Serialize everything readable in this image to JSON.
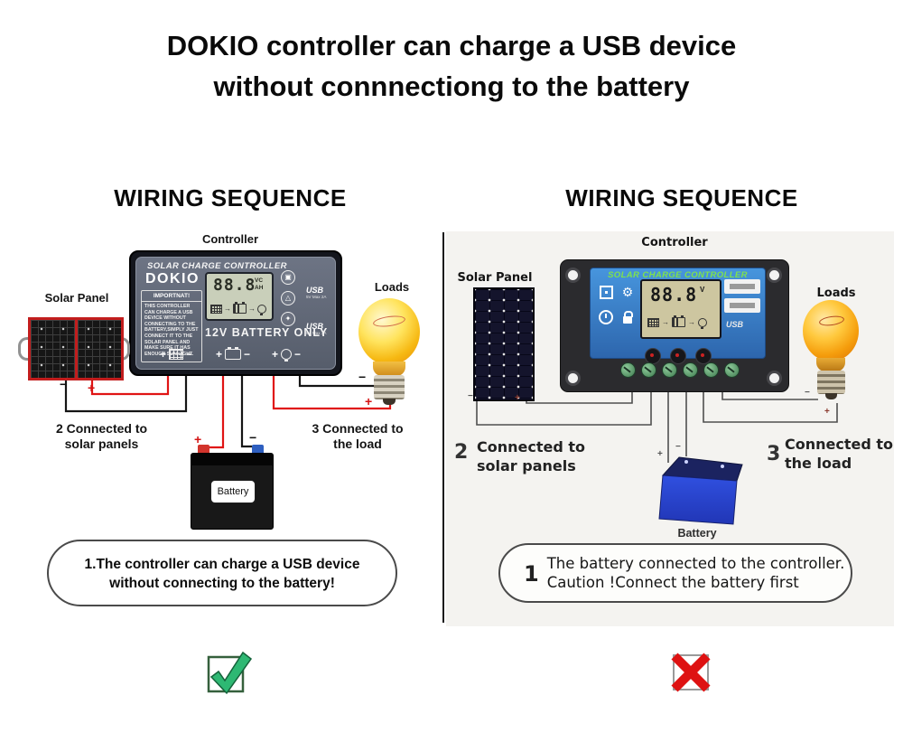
{
  "title": {
    "line1": "DOKIO controller can charge a USB device",
    "line2": "without connnectiong to the battery"
  },
  "polarity": {
    "plus": "+",
    "minus": "−"
  },
  "icons": {
    "arrow_glyph": "→",
    "gear_glyph": "⚙",
    "btn1_glyph": "▣",
    "btn2_glyph": "△",
    "btn3_glyph": "✦"
  },
  "left": {
    "heading": "WIRING SEQUENCE",
    "controller_label": "Controller",
    "solar_panel_label": "Solar Panel",
    "loads_label": "Loads",
    "device": {
      "title": "SOLAR CHARGE CONTROLLER",
      "brand": "DOKIO",
      "important_title": "IMPORTNAT!",
      "important_text": "THIS CONTROLLER CAN CHARGE A USB DEVICE WITHOUT CONNECTING TO THE BATTERY,SIMPLY JUST CONNECT IT TO THE SOLAR PANEL AND MAKE SURE IT HAS ENOUGH SUN LIGHT.",
      "lcd_value": "88.8",
      "lcd_unit_top": "VC",
      "lcd_unit_bottom": "AH",
      "battery_only": "12V BATTERY ONLY",
      "usb_label": "USB",
      "usb_sub": "5V Max 2A"
    },
    "step2_line1": "2 Connected to",
    "step2_line2": "solar panels",
    "step3_line1": "3 Connected to",
    "step3_line2": "the load",
    "battery_label": "Battery",
    "note_line1": "1.The controller can charge a USB device",
    "note_line2": "without connecting to the battery!"
  },
  "right": {
    "heading": "WIRING SEQUENCE",
    "controller_label": "Controller",
    "solar_panel_label": "Solar Panel",
    "loads_label": "Loads",
    "device": {
      "title": "SOLAR CHARGE CONTROLLER",
      "lcd_value": "88.8",
      "lcd_unit": "V",
      "usb_label": "USB"
    },
    "step2_num": "2",
    "step2_line1": "Connected to",
    "step2_line2": "solar panels",
    "step3_num": "3",
    "step3_line1": "Connected to",
    "step3_line2": "the load",
    "battery_label": "Battery",
    "note_num": "1",
    "note_line1": "The battery connected to the controller.",
    "note_line2": "Caution !Connect the battery first"
  },
  "colors": {
    "wire_positive": "#e01414",
    "wire_negative": "#151515",
    "wire_gray": "#4f4f4f",
    "check_green": "#2eb873",
    "cross_red": "#de1212",
    "controller_blue": "#3b86cf",
    "panel_frame_red": "#c21d1d"
  }
}
